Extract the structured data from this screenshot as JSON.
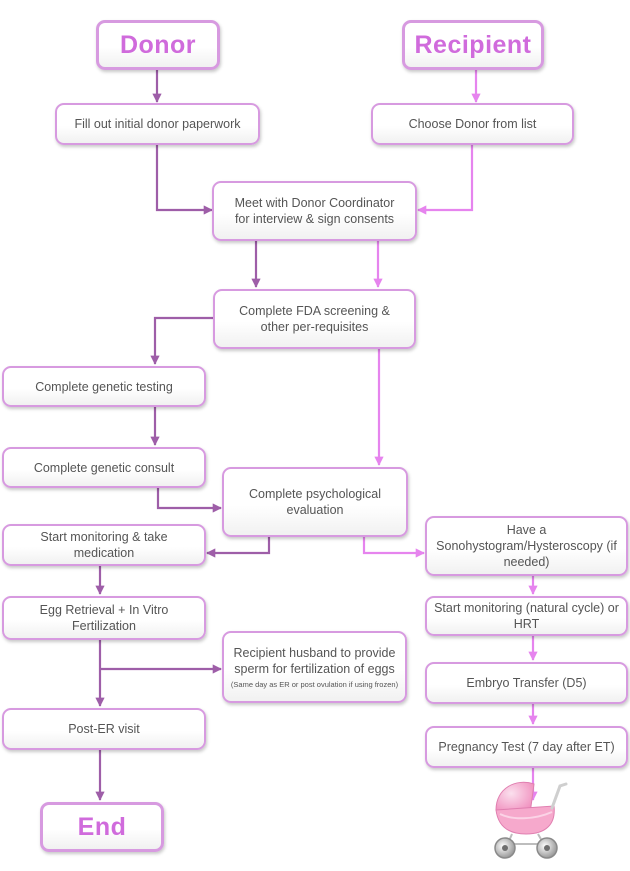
{
  "colors": {
    "donor_path": "#9e5ea8",
    "recipient_path": "#e684ee",
    "box_border": "#d79ae0",
    "title_text": "#d06bdc",
    "box_text": "#555555"
  },
  "flowchart": {
    "donor_title": "Donor",
    "recipient_title": "Recipient",
    "end_title": "End",
    "steps": {
      "donor_paperwork": "Fill out initial donor paperwork",
      "choose_donor": "Choose Donor from list",
      "coordinator_meeting": "Meet with Donor Coordinator for interview & sign consents",
      "fda_screening": "Complete FDA screening & other per-requisites",
      "genetic_testing": "Complete genetic testing",
      "genetic_consult": "Complete genetic consult",
      "psych_eval": "Complete psychological evaluation",
      "start_monitoring_medication": "Start monitoring & take medication",
      "sonohystogram": "Have a Sonohystogram/Hysteroscopy (if needed)",
      "egg_retrieval": "Egg Retrieval + In Vitro Fertilization",
      "start_monitoring_natural": "Start monitoring (natural cycle) or HRT",
      "husband_sperm": "Recipient husband to provide sperm for fertilization of eggs",
      "husband_sperm_note": "(Same day as ER or post ovulation if using frozen)",
      "embryo_transfer": "Embryo Transfer (D5)",
      "post_er_visit": "Post-ER visit",
      "pregnancy_test": "Pregnancy Test (7 day after ET)"
    },
    "stroller_icon": "baby-stroller-icon"
  }
}
